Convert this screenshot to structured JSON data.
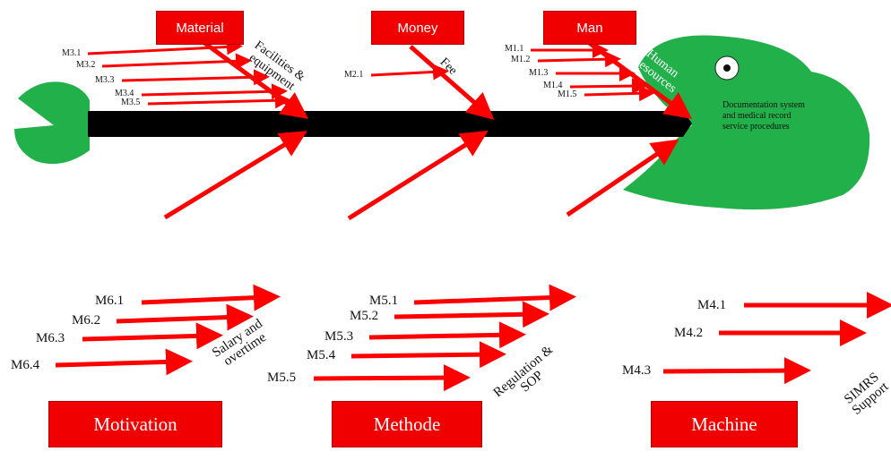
{
  "effect": "Documentation system and medical record service procedures",
  "top_categories": [
    {
      "name": "Material",
      "bone_label": "Facilities & equipment",
      "causes": [
        "M3.1",
        "M3.2",
        "M3.3",
        "M3.4",
        "M3.5"
      ]
    },
    {
      "name": "Money",
      "bone_label": "Fee",
      "causes": [
        "M2.1"
      ]
    },
    {
      "name": "Man",
      "bone_label": "Human Resources",
      "causes": [
        "M1.1",
        "M1.2",
        "M1.3",
        "M1.4",
        "M1.5"
      ]
    }
  ],
  "bottom_categories": [
    {
      "name": "Motivation",
      "bone_label": "Salary and overtime",
      "causes": [
        "M6.1",
        "M6.2",
        "M6.3",
        "M6.4"
      ]
    },
    {
      "name": "Methode",
      "bone_label": "Regulation & SOP",
      "causes": [
        "M5.1",
        "M5.2",
        "M5.3",
        "M5.4",
        "M5.5"
      ]
    },
    {
      "name": "Machine",
      "bone_label": "SIMRS Support",
      "causes": [
        "M4.1",
        "M4.2",
        "M4.3"
      ]
    }
  ],
  "colors": {
    "arrow": "#ff0000",
    "spine": "#000000",
    "fish": "#22b04a",
    "box": "#f00000",
    "box_text": "#ffffff"
  }
}
